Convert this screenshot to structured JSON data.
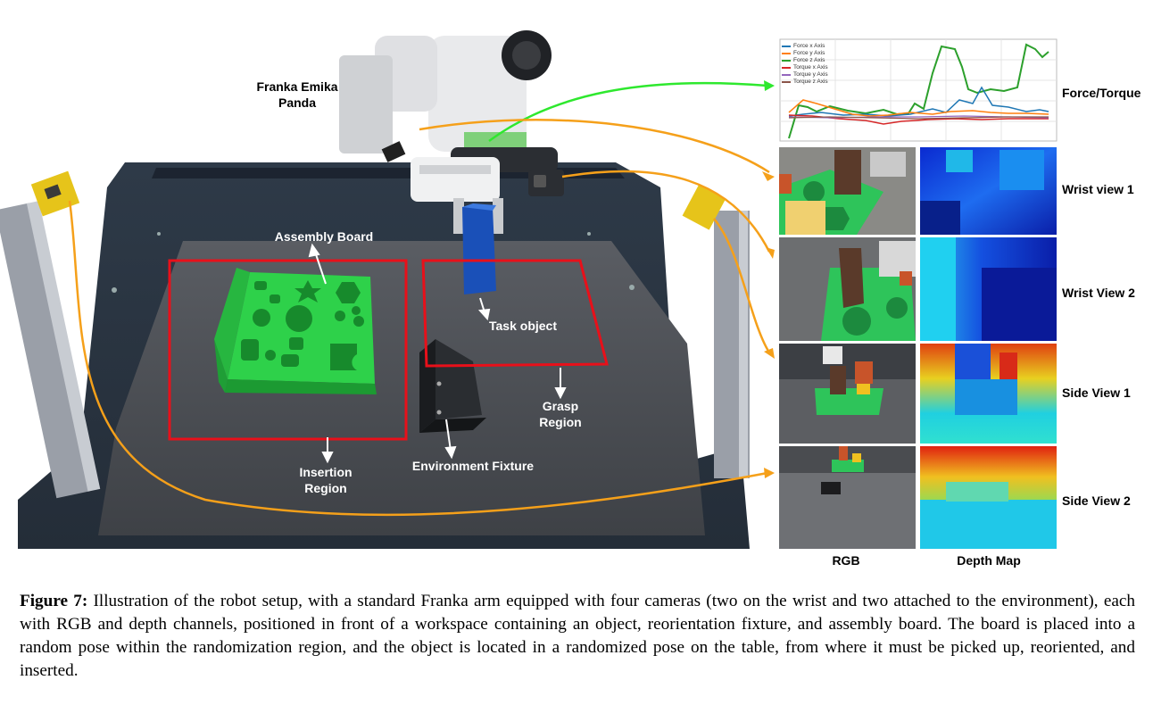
{
  "labels": {
    "robot": "Franka Emika Panda",
    "assembly_board": "Assembly Board",
    "task_object": "Task object",
    "grasp_region": "Grasp Region",
    "insertion_region": "Insertion Region",
    "environment_fixture": "Environment Fixture"
  },
  "views": {
    "force_torque": "Force/Torque",
    "wrist1": "Wrist view 1",
    "wrist2": "Wrist View 2",
    "side1": "Side View 1",
    "side2": "Side View 2",
    "col_rgb": "RGB",
    "col_depth": "Depth Map"
  },
  "legend": [
    "Force x Axis",
    "Force y Axis",
    "Force z Axis",
    "Torque x Axis",
    "Torque y Axis",
    "Torque z Axis"
  ],
  "legend_colors": [
    "#1f77b4",
    "#ff7f0e",
    "#2ca02c",
    "#d62728",
    "#9467bd",
    "#8c564b"
  ],
  "colors": {
    "region": "#e8101a",
    "arrow_orange": "#f5a01a",
    "arrow_green": "#2ee82e",
    "board": "#2ed14a"
  },
  "caption": {
    "label": "Figure 7:",
    "text": " Illustration of the robot setup, with a standard Franka arm equipped with four cameras (two on the wrist and two attached to the environment), each with RGB and depth channels, positioned in front of a workspace containing an object, reorientation fixture, and assembly board. The board is placed into a random pose within the randomization region, and the object is located in a randomized pose on the table, from where it must be picked up, reoriented, and inserted."
  }
}
